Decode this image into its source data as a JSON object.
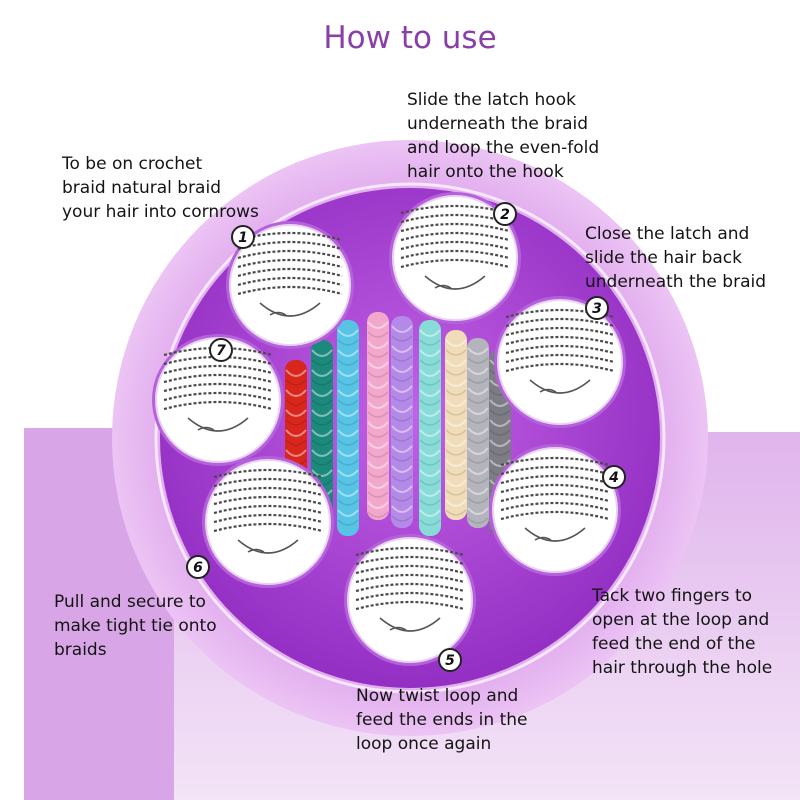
{
  "title": "How to use",
  "colors": {
    "outer_ring": "#e2a6f0",
    "inner_disc": "#a63ad2",
    "lower_band": "#e0b4ec",
    "title": "#8a3fa8"
  },
  "braid_colors": [
    "#d8261c",
    "#1b8a7c",
    "#57c4e6",
    "#f2a8cc",
    "#b48ae8",
    "#88dcd8",
    "#f0dcb8",
    "#b4b4bc",
    "#7c7c84"
  ],
  "steps": [
    {
      "number": "1",
      "lines": [
        "To be on crochet",
        "braid natural braid",
        "your hair into cornrows"
      ]
    },
    {
      "number": "2",
      "lines": [
        "Slide the latch hook",
        "underneath the braid",
        "and loop the even-fold",
        "hair onto the hook"
      ]
    },
    {
      "number": "3",
      "lines": [
        "Close the latch and",
        "slide the hair back",
        "underneath the braid"
      ]
    },
    {
      "number": "4",
      "lines": [
        "Tack two fingers to",
        "open at the loop and",
        "feed the end of the",
        "hair through the hole"
      ]
    },
    {
      "number": "5",
      "lines": [
        "Now twist loop and",
        "feed the ends in the",
        "loop once again"
      ]
    },
    {
      "number": "6",
      "lines": [
        "Pull and secure to",
        "make tight tie onto",
        "braids"
      ]
    },
    {
      "number": "7",
      "lines": []
    }
  ]
}
